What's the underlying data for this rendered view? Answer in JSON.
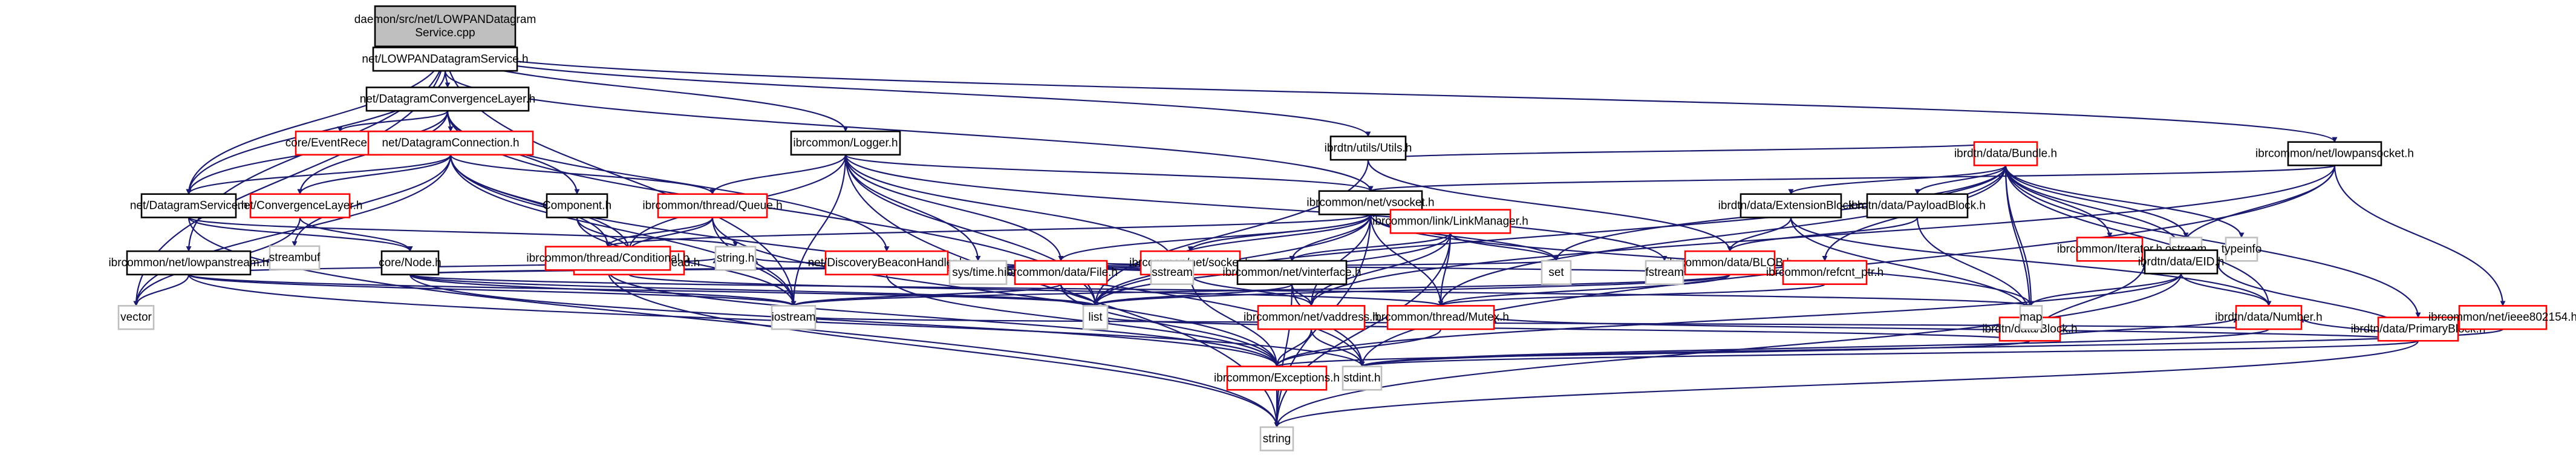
{
  "diagram": {
    "title": "daemon/src/net/LOWPANDatagramService.cpp include dependency graph",
    "colors": {
      "edge": "#191970",
      "root_fill": "#bfbfbf",
      "documented_border": "#000000",
      "truncated_border": "#ff0000",
      "external_border": "#bfbfbf"
    },
    "nodes": [
      {
        "id": "root",
        "label": [
          "daemon/src/net/LOWPANDatagram",
          "Service.cpp"
        ],
        "kind": "root"
      },
      {
        "id": "lowpan_ds_h",
        "label": [
          "net/LOWPANDatagramService.h"
        ],
        "kind": "documented"
      },
      {
        "id": "dcl_h",
        "label": [
          "net/DatagramConvergenceLayer.h"
        ],
        "kind": "documented"
      },
      {
        "id": "eventreceiver_h",
        "label": [
          "core/EventReceiver.h"
        ],
        "kind": "truncated"
      },
      {
        "id": "dconn_h",
        "label": [
          "net/DatagramConnection.h"
        ],
        "kind": "truncated"
      },
      {
        "id": "dservice_h",
        "label": [
          "net/DatagramService.h"
        ],
        "kind": "documented"
      },
      {
        "id": "cl_h",
        "label": [
          "net/ConvergenceLayer.h"
        ],
        "kind": "truncated"
      },
      {
        "id": "component_h",
        "label": [
          "Component.h"
        ],
        "kind": "documented"
      },
      {
        "id": "queue_h",
        "label": [
          "ibrcommon/thread/Queue.h"
        ],
        "kind": "truncated"
      },
      {
        "id": "logger_h",
        "label": [
          "ibrcommon/Logger.h"
        ],
        "kind": "documented"
      },
      {
        "id": "utils_h",
        "label": [
          "ibrdtn/utils/Utils.h"
        ],
        "kind": "documented"
      },
      {
        "id": "bundle_h",
        "label": [
          "ibrdtn/data/Bundle.h"
        ],
        "kind": "truncated"
      },
      {
        "id": "lowpansocket_h",
        "label": [
          "ibrcommon/net/lowpansocket.h"
        ],
        "kind": "documented"
      },
      {
        "id": "lowpanstream_h",
        "label": [
          "ibrcommon/net/lowpanstream.h"
        ],
        "kind": "documented"
      },
      {
        "id": "node_h",
        "label": [
          "core/Node.h"
        ],
        "kind": "documented"
      },
      {
        "id": "thread_h",
        "label": [
          "ibrcommon/thread/Thread.h"
        ],
        "kind": "truncated"
      },
      {
        "id": "dbh_h",
        "label": [
          "net/DiscoveryBeaconHandler.h"
        ],
        "kind": "truncated"
      },
      {
        "id": "vsocket_h",
        "label": [
          "ibrcommon/net/vsocket.h"
        ],
        "kind": "documented"
      },
      {
        "id": "extblock_h",
        "label": [
          "ibrdtn/data/ExtensionBlock.h"
        ],
        "kind": "documented"
      },
      {
        "id": "payloadblock_h",
        "label": [
          "ibrdtn/data/PayloadBlock.h"
        ],
        "kind": "documented"
      },
      {
        "id": "iterator_h",
        "label": [
          "ibrcommon/Iterator.h"
        ],
        "kind": "truncated"
      },
      {
        "id": "ostream",
        "label": [
          "ostream"
        ],
        "kind": "external"
      },
      {
        "id": "typeinfo",
        "label": [
          "typeinfo"
        ],
        "kind": "external"
      },
      {
        "id": "socket_h",
        "label": [
          "ibrcommon/net/socket.h"
        ],
        "kind": "truncated"
      },
      {
        "id": "linkmanager_h",
        "label": [
          "ibrcommon/link/LinkManager.h"
        ],
        "kind": "truncated"
      },
      {
        "id": "blob_h",
        "label": [
          "ibrcommon/data/BLOB.h"
        ],
        "kind": "truncated"
      },
      {
        "id": "block_h",
        "label": [
          "ibrdtn/data/Block.h"
        ],
        "kind": "truncated"
      },
      {
        "id": "primaryblock_h",
        "label": [
          "ibrdtn/data/PrimaryBlock.h"
        ],
        "kind": "truncated"
      },
      {
        "id": "streambuf",
        "label": [
          "streambuf"
        ],
        "kind": "external"
      },
      {
        "id": "conditional_h",
        "label": [
          "ibrcommon/thread/Conditional.h"
        ],
        "kind": "truncated"
      },
      {
        "id": "string_h",
        "label": [
          "string.h"
        ],
        "kind": "external"
      },
      {
        "id": "systime_h",
        "label": [
          "sys/time.h"
        ],
        "kind": "external"
      },
      {
        "id": "file_h",
        "label": [
          "ibrcommon/data/File.h"
        ],
        "kind": "truncated"
      },
      {
        "id": "sstream",
        "label": [
          "sstream"
        ],
        "kind": "external"
      },
      {
        "id": "vinterface_h",
        "label": [
          "ibrcommon/net/vinterface.h"
        ],
        "kind": "documented"
      },
      {
        "id": "set",
        "label": [
          "set"
        ],
        "kind": "external"
      },
      {
        "id": "fstream",
        "label": [
          "fstream"
        ],
        "kind": "external"
      },
      {
        "id": "refcnt_h",
        "label": [
          "ibrcommon/refcnt_ptr.h"
        ],
        "kind": "truncated"
      },
      {
        "id": "eid_h",
        "label": [
          "ibrdtn/data/EID.h"
        ],
        "kind": "documented"
      },
      {
        "id": "vector",
        "label": [
          "vector"
        ],
        "kind": "external"
      },
      {
        "id": "iostream",
        "label": [
          "iostream"
        ],
        "kind": "external"
      },
      {
        "id": "list",
        "label": [
          "list"
        ],
        "kind": "external"
      },
      {
        "id": "vaddress_h",
        "label": [
          "ibrcommon/net/vaddress.h"
        ],
        "kind": "truncated"
      },
      {
        "id": "mutex_h",
        "label": [
          "ibrcommon/thread/Mutex.h"
        ],
        "kind": "truncated"
      },
      {
        "id": "map",
        "label": [
          "map"
        ],
        "kind": "external"
      },
      {
        "id": "number_h",
        "label": [
          "ibrdtn/data/Number.h"
        ],
        "kind": "truncated"
      },
      {
        "id": "ieee_h",
        "label": [
          "ibrcommon/net/ieee802154.h"
        ],
        "kind": "truncated"
      },
      {
        "id": "exceptions_h",
        "label": [
          "ibrcommon/Exceptions.h"
        ],
        "kind": "truncated"
      },
      {
        "id": "stdint_h",
        "label": [
          "stdint.h"
        ],
        "kind": "external"
      },
      {
        "id": "string",
        "label": [
          "string"
        ],
        "kind": "external"
      }
    ],
    "edges": [
      [
        "root",
        "lowpan_ds_h"
      ],
      [
        "root",
        "logger_h"
      ],
      [
        "root",
        "utils_h"
      ],
      [
        "root",
        "lowpansocket_h"
      ],
      [
        "root",
        "lowpanstream_h"
      ],
      [
        "root",
        "dservice_h"
      ],
      [
        "root",
        "vector"
      ],
      [
        "root",
        "iostream"
      ],
      [
        "lowpan_ds_h",
        "dcl_h"
      ],
      [
        "lowpan_ds_h",
        "dservice_h"
      ],
      [
        "lowpan_ds_h",
        "vsocket_h"
      ],
      [
        "dcl_h",
        "eventreceiver_h"
      ],
      [
        "dcl_h",
        "dconn_h"
      ],
      [
        "dcl_h",
        "dservice_h"
      ],
      [
        "dcl_h",
        "cl_h"
      ],
      [
        "dcl_h",
        "component_h"
      ],
      [
        "dcl_h",
        "dbh_h"
      ],
      [
        "dcl_h",
        "list"
      ],
      [
        "dconn_h",
        "dservice_h"
      ],
      [
        "dconn_h",
        "cl_h"
      ],
      [
        "dconn_h",
        "queue_h"
      ],
      [
        "dconn_h",
        "thread_h"
      ],
      [
        "dconn_h",
        "conditional_h"
      ],
      [
        "dconn_h",
        "streambuf"
      ],
      [
        "dconn_h",
        "iostream"
      ],
      [
        "dconn_h",
        "stdint_h"
      ],
      [
        "dconn_h",
        "vector"
      ],
      [
        "dservice_h",
        "node_h"
      ],
      [
        "dservice_h",
        "string"
      ],
      [
        "dservice_h",
        "string_h"
      ],
      [
        "cl_h",
        "node_h"
      ],
      [
        "cl_h",
        "vector"
      ],
      [
        "component_h",
        "thread_h"
      ],
      [
        "component_h",
        "iostream"
      ],
      [
        "queue_h",
        "thread_h"
      ],
      [
        "queue_h",
        "conditional_h"
      ],
      [
        "queue_h",
        "iostream"
      ],
      [
        "queue_h",
        "exceptions_h"
      ],
      [
        "thread_h",
        "conditional_h"
      ],
      [
        "thread_h",
        "mutex_h"
      ],
      [
        "conditional_h",
        "exceptions_h"
      ],
      [
        "conditional_h",
        "string"
      ],
      [
        "logger_h",
        "thread_h"
      ],
      [
        "logger_h",
        "queue_h"
      ],
      [
        "logger_h",
        "systime_h"
      ],
      [
        "logger_h",
        "file_h"
      ],
      [
        "logger_h",
        "sstream"
      ],
      [
        "logger_h",
        "iostream"
      ],
      [
        "logger_h",
        "list"
      ],
      [
        "logger_h",
        "string"
      ],
      [
        "logger_h",
        "vsocket_h"
      ],
      [
        "logger_h",
        "fstream"
      ],
      [
        "utils_h",
        "bundle_h"
      ],
      [
        "utils_h",
        "blob_h"
      ],
      [
        "utils_h",
        "list"
      ],
      [
        "bundle_h",
        "extblock_h"
      ],
      [
        "bundle_h",
        "payloadblock_h"
      ],
      [
        "bundle_h",
        "iterator_h"
      ],
      [
        "bundle_h",
        "ostream"
      ],
      [
        "bundle_h",
        "typeinfo"
      ],
      [
        "bundle_h",
        "primaryblock_h"
      ],
      [
        "bundle_h",
        "block_h"
      ],
      [
        "bundle_h",
        "eid_h"
      ],
      [
        "bundle_h",
        "number_h"
      ],
      [
        "bundle_h",
        "set"
      ],
      [
        "bundle_h",
        "map"
      ],
      [
        "bundle_h",
        "refcnt_h"
      ],
      [
        "bundle_h",
        "mutex_h"
      ],
      [
        "bundle_h",
        "list"
      ],
      [
        "lowpansocket_h",
        "vsocket_h"
      ],
      [
        "lowpansocket_h",
        "ieee_h"
      ],
      [
        "lowpansocket_h",
        "stdint_h"
      ],
      [
        "lowpansocket_h",
        "vaddress_h"
      ],
      [
        "lowpansocket_h",
        "eid_h"
      ],
      [
        "lowpanstream_h",
        "streambuf"
      ],
      [
        "lowpanstream_h",
        "vector"
      ],
      [
        "lowpanstream_h",
        "iostream"
      ],
      [
        "lowpanstream_h",
        "list"
      ],
      [
        "lowpanstream_h",
        "string_h"
      ],
      [
        "lowpanstream_h",
        "stdint_h"
      ],
      [
        "node_h",
        "vinterface_h"
      ],
      [
        "node_h",
        "list"
      ],
      [
        "node_h",
        "iostream"
      ],
      [
        "node_h",
        "set"
      ],
      [
        "node_h",
        "map"
      ],
      [
        "node_h",
        "exceptions_h"
      ],
      [
        "dbh_h",
        "vinterface_h"
      ],
      [
        "dbh_h",
        "exceptions_h"
      ],
      [
        "vsocket_h",
        "socket_h"
      ],
      [
        "vsocket_h",
        "linkmanager_h"
      ],
      [
        "vsocket_h",
        "vinterface_h"
      ],
      [
        "vsocket_h",
        "file_h"
      ],
      [
        "vsocket_h",
        "set"
      ],
      [
        "vsocket_h",
        "mutex_h"
      ],
      [
        "vsocket_h",
        "conditional_h"
      ],
      [
        "vsocket_h",
        "map"
      ],
      [
        "vsocket_h",
        "list"
      ],
      [
        "vsocket_h",
        "string"
      ],
      [
        "vsocket_h",
        "sstream"
      ],
      [
        "vsocket_h",
        "vaddress_h"
      ],
      [
        "socket_h",
        "sstream"
      ],
      [
        "socket_h",
        "systime_h"
      ],
      [
        "socket_h",
        "file_h"
      ],
      [
        "socket_h",
        "vinterface_h"
      ],
      [
        "socket_h",
        "string_h"
      ],
      [
        "socket_h",
        "exceptions_h"
      ],
      [
        "socket_h",
        "vaddress_h"
      ],
      [
        "linkmanager_h",
        "vinterface_h"
      ],
      [
        "linkmanager_h",
        "vaddress_h"
      ],
      [
        "linkmanager_h",
        "mutex_h"
      ],
      [
        "linkmanager_h",
        "set"
      ],
      [
        "linkmanager_h",
        "list"
      ],
      [
        "linkmanager_h",
        "string"
      ],
      [
        "extblock_h",
        "blob_h"
      ],
      [
        "extblock_h",
        "block_h"
      ],
      [
        "extblock_h",
        "number_h"
      ],
      [
        "payloadblock_h",
        "blob_h"
      ],
      [
        "payloadblock_h",
        "block_h"
      ],
      [
        "blob_h",
        "fstream"
      ],
      [
        "blob_h",
        "refcnt_h"
      ],
      [
        "blob_h",
        "file_h"
      ],
      [
        "blob_h",
        "mutex_h"
      ],
      [
        "blob_h",
        "iostream"
      ],
      [
        "blob_h",
        "list"
      ],
      [
        "block_h",
        "eid_h"
      ],
      [
        "block_h",
        "number_h"
      ],
      [
        "block_h",
        "map"
      ],
      [
        "block_h",
        "list"
      ],
      [
        "block_h",
        "exceptions_h"
      ],
      [
        "primaryblock_h",
        "eid_h"
      ],
      [
        "primaryblock_h",
        "number_h"
      ],
      [
        "primaryblock_h",
        "stdint_h"
      ],
      [
        "primaryblock_h",
        "string"
      ],
      [
        "primaryblock_h",
        "mutex_h"
      ],
      [
        "eid_h",
        "map"
      ],
      [
        "eid_h",
        "number_h"
      ],
      [
        "eid_h",
        "string"
      ],
      [
        "eid_h",
        "exceptions_h"
      ],
      [
        "number_h",
        "stdint_h"
      ],
      [
        "number_h",
        "iostream"
      ],
      [
        "ieee_h",
        "stdint_h"
      ],
      [
        "file_h",
        "list"
      ],
      [
        "file_h",
        "exceptions_h"
      ],
      [
        "file_h",
        "iostream"
      ],
      [
        "vinterface_h",
        "vaddress_h"
      ],
      [
        "vinterface_h",
        "list"
      ],
      [
        "vinterface_h",
        "string"
      ],
      [
        "vinterface_h",
        "stdint_h"
      ],
      [
        "vaddress_h",
        "exceptions_h"
      ],
      [
        "vaddress_h",
        "stdint_h"
      ],
      [
        "mutex_h",
        "exceptions_h"
      ],
      [
        "refcnt_h",
        "mutex_h"
      ],
      [
        "exceptions_h",
        "string"
      ]
    ]
  }
}
